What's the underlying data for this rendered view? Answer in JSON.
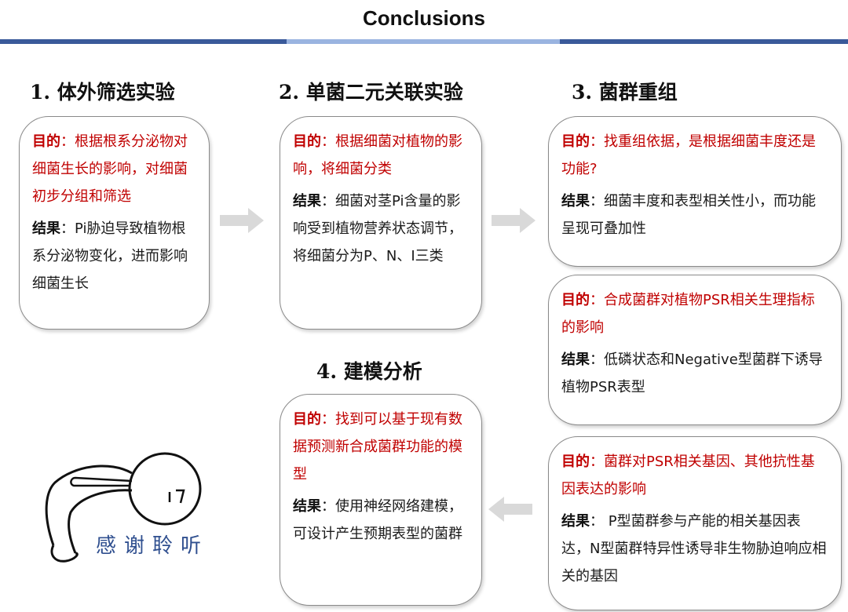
{
  "title": "Conclusions",
  "sections": {
    "s1": {
      "heading": "1. 体外筛选实验",
      "goal_label": "目的",
      "goal": "：根据根系分泌物对细菌生长的影响，对细菌初步分组和筛选",
      "result_label": "结果",
      "result": "：Pi胁迫导致植物根系分泌物变化，进而影响细菌生长"
    },
    "s2": {
      "heading": "2. 单菌二元关联实验",
      "goal_label": "目的",
      "goal": "：根据细菌对植物的影响，将细菌分类",
      "result_label": "结果",
      "result": "：细菌对茎Pi含量的影响受到植物营养状态调节，将细菌分为P、N、I三类"
    },
    "s3": {
      "heading": "3. 菌群重组",
      "card1": {
        "goal_label": "目的",
        "goal": "：找重组依据，是根据细菌丰度还是功能?",
        "result_label": "结果",
        "result": "：细菌丰度和表型相关性小，而功能呈现可叠加性"
      },
      "card2": {
        "goal_label": "目的",
        "goal": "：合成菌群对植物PSR相关生理指标的影响",
        "result_label": "结果",
        "result": "：低磷状态和Negative型菌群下诱导植物PSR表型"
      },
      "card3": {
        "goal_label": "目的",
        "goal": "：菌群对PSR相关基因、其他抗性基因表达的影响",
        "result_label": "结果",
        "result": "： P型菌群参与产能的相关基因表达，N型菌群特异性诱导非生物胁迫响应相关的基因"
      }
    },
    "s4": {
      "heading": "4. 建模分析",
      "goal_label": "目的",
      "goal": "：找到可以基于现有数据预测新合成菌群功能的模型",
      "result_label": "结果",
      "result": "：使用神经网络建模，可设计产生预期表型的菌群"
    }
  },
  "thanks": "感谢聆听",
  "colors": {
    "accent_red": "#c00000",
    "bar_dark": "#3a5a9a",
    "bar_light": "#9ab4e0",
    "arrow": "#d9d9d9"
  }
}
